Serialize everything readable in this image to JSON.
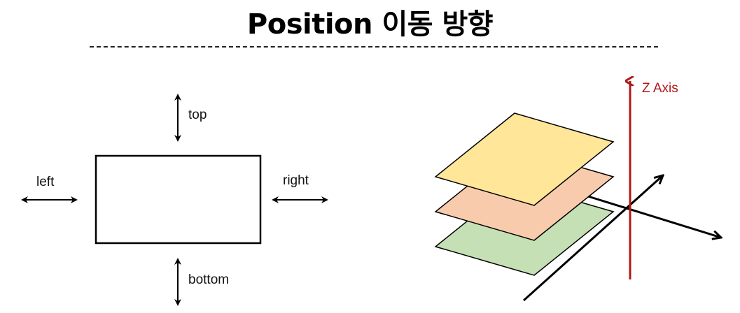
{
  "title": "Position 이동 방향",
  "box_labels": {
    "top": "top",
    "left": "left",
    "right": "right",
    "bottom": "bottom"
  },
  "z_axis_label": "Z Axis",
  "colors": {
    "z_axis": "#b01818",
    "layer_top": "#ffe699",
    "layer_middle": "#f8cbad",
    "layer_bottom": "#c5e0b4",
    "stroke": "#000000"
  },
  "layers": [
    "yellow",
    "orange",
    "green"
  ]
}
